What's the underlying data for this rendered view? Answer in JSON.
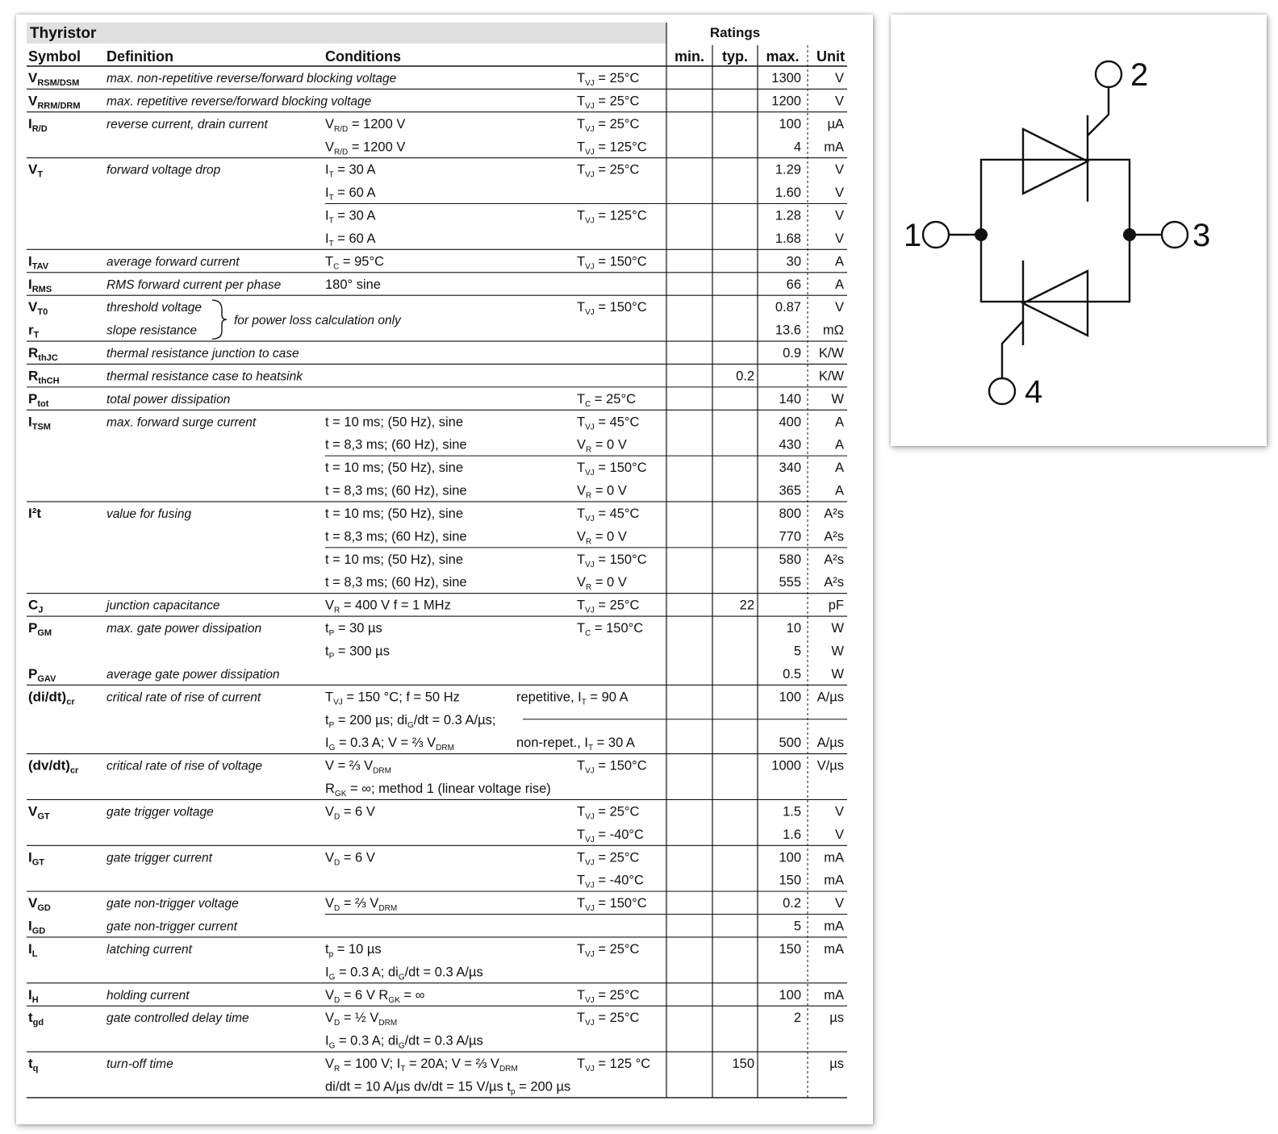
{
  "header": {
    "section_title": "Thyristor",
    "ratings_label": "Ratings",
    "columns": {
      "symbol": "Symbol",
      "definition": "Definition",
      "conditions": "Conditions",
      "min": "min.",
      "typ": "typ.",
      "max": "max.",
      "unit": "Unit"
    }
  },
  "rows": [
    {
      "sym": "V",
      "sub": "RSM/DSM",
      "def": "max. non-repetitive reverse/forward blocking voltage",
      "c1": "",
      "t": "T|VJ| =   25°C",
      "max": "1300",
      "unit": "V"
    },
    {
      "sym": "V",
      "sub": "RRM/DRM",
      "def": "max. repetitive reverse/forward blocking voltage",
      "c1": "",
      "t": "T|VJ| =   25°C",
      "max": "1200",
      "unit": "V"
    },
    {
      "sym": "I",
      "sub": "R/D",
      "def": "reverse current, drain current",
      "c1": "V|R/D| = 1200  V",
      "t": "T|VJ| =   25°C",
      "max": "100",
      "unit": "µA"
    },
    {
      "c1": "V|R/D| = 1200  V",
      "t": "T|VJ| = 125°C",
      "max": "4",
      "unit": "mA"
    },
    {
      "sym": "V",
      "sub": "T",
      "def": "forward voltage drop",
      "c1": "I|T| =    30 A",
      "t": "T|VJ| =   25°C",
      "max": "1.29",
      "unit": "V"
    },
    {
      "c1": "I|T| =    60 A",
      "max": "1.60",
      "unit": "V"
    },
    {
      "c1": "I|T| =    30 A",
      "t": "T|VJ| = 125°C",
      "max": "1.28",
      "unit": "V"
    },
    {
      "c1": "I|T| =    60 A",
      "max": "1.68",
      "unit": "V"
    },
    {
      "sym": "I",
      "sub": "TAV",
      "def": "average forward current",
      "c1": "T|C| =  95°C",
      "t": "T|VJ| = 150°C",
      "max": "30",
      "unit": "A"
    },
    {
      "sym": "I",
      "sub": "RMS",
      "def": "RMS forward current per phase",
      "c1": "180° sine",
      "max": "66",
      "unit": "A"
    },
    {
      "sym": "V",
      "sub": "T0",
      "def": "threshold voltage",
      "t": "T|VJ| = 150°C",
      "max": "0.87",
      "unit": "V"
    },
    {
      "sym": "r",
      "sub": "T",
      "def": "slope resistance",
      "max": "13.6",
      "unit": "mΩ"
    },
    {
      "sym": "R",
      "sub": "thJC",
      "def": "thermal resistance junction to case",
      "max": "0.9",
      "unit": "K/W"
    },
    {
      "sym": "R",
      "sub": "thCH",
      "def": "thermal resistance case to heatsink",
      "typ": "0.2",
      "unit": "K/W"
    },
    {
      "sym": "P",
      "sub": "tot",
      "def": "total power dissipation",
      "t": "T|C|  =   25°C",
      "max": "140",
      "unit": "W"
    },
    {
      "sym": "I",
      "sub": "TSM",
      "def": "max. forward surge current",
      "c1": "t =  10 ms; (50 Hz), sine",
      "t": "T|VJ| =   45°C",
      "max": "400",
      "unit": "A"
    },
    {
      "c1": "t = 8,3 ms; (60 Hz), sine",
      "t": "V|R|  = 0 V",
      "max": "430",
      "unit": "A"
    },
    {
      "c1": "t =  10 ms; (50 Hz), sine",
      "t": "T|VJ| = 150°C",
      "max": "340",
      "unit": "A"
    },
    {
      "c1": "t = 8,3 ms; (60 Hz), sine",
      "t": "V|R|  = 0 V",
      "max": "365",
      "unit": "A"
    },
    {
      "sym": "I²t",
      "def": "value for fusing",
      "c1": "t =  10 ms; (50 Hz), sine",
      "t": "T|VJ| =   45°C",
      "max": "800",
      "unit": "A²s"
    },
    {
      "c1": "t = 8,3 ms; (60 Hz), sine",
      "t": "V|R|  = 0 V",
      "max": "770",
      "unit": "A²s"
    },
    {
      "c1": "t =  10 ms; (50 Hz), sine",
      "t": "T|VJ| = 150°C",
      "max": "580",
      "unit": "A²s"
    },
    {
      "c1": "t = 8,3 ms; (60 Hz), sine",
      "t": "V|R|  = 0 V",
      "max": "555",
      "unit": "A²s"
    },
    {
      "sym": "C",
      "sub": "J",
      "def": "junction capacitance",
      "c1": "V|R| =  400 V   f = 1 MHz",
      "t": "T|VJ| =   25°C",
      "typ": "22",
      "unit": "pF"
    },
    {
      "sym": "P",
      "sub": "GM",
      "def": "max. gate power dissipation",
      "c1": "t|P| =   30 µs",
      "t": "T|C|  = 150°C",
      "max": "10",
      "unit": "W"
    },
    {
      "c1": "t|P| =  300 µs",
      "max": "5",
      "unit": "W"
    },
    {
      "sym": "P",
      "sub": "GAV",
      "def": "average gate power dissipation",
      "max": "0.5",
      "unit": "W"
    },
    {
      "sym": "(di/dt)",
      "sub": "cr",
      "def": "critical rate of rise of current",
      "c1": "T|VJ| = 150 °C; f = 50 Hz",
      "c2": "repetitive,   I|T| =    90 A",
      "max": "100",
      "unit": "A/µs"
    },
    {
      "c1": "t|P| = 200 µs; di|G|/dt =  0.3  A/µs;",
      "dash": true
    },
    {
      "c1": "I|G| =    0.3 A;  V  = ⅔ V|DRM|",
      "c2": "non-repet., I|T| =    30 A",
      "max": "500",
      "unit": "A/µs"
    },
    {
      "sym": "(dv/dt)",
      "sub": "cr",
      "def": "critical rate of rise of voltage",
      "c1": "V  =  ⅔ V|DRM|",
      "t": "T|VJ| = 150°C",
      "max": "1000",
      "unit": "V/µs"
    },
    {
      "c1": "R|GK| = ∞; method 1 (linear voltage rise)"
    },
    {
      "sym": "V",
      "sub": "GT",
      "def": "gate trigger voltage",
      "c1": "V|D| = 6 V",
      "t": "T|VJ| =   25°C",
      "max": "1.5",
      "unit": "V"
    },
    {
      "t": "T|VJ| =  -40°C",
      "max": "1.6",
      "unit": "V"
    },
    {
      "sym": "I",
      "sub": "GT",
      "def": "gate trigger current",
      "c1": "V|D| = 6 V",
      "t": "T|VJ| =   25°C",
      "max": "100",
      "unit": "mA"
    },
    {
      "t": "T|VJ| =  -40°C",
      "max": "150",
      "unit": "mA"
    },
    {
      "sym": "V",
      "sub": "GD",
      "def": "gate non-trigger voltage",
      "c1": "V|D| =  ⅔ V|DRM|",
      "t": "T|VJ| = 150°C",
      "max": "0.2",
      "unit": "V"
    },
    {
      "sym": "I",
      "sub": "GD",
      "def": "gate non-trigger current",
      "max": "5",
      "unit": "mA"
    },
    {
      "sym": "I",
      "sub": "L",
      "def": "latching current",
      "c1": "t|p| =     10 µs",
      "t": "T|VJ| =   25°C",
      "max": "150",
      "unit": "mA"
    },
    {
      "c1": "I|G|  =    0.3 A;  di|G|/dt =    0.3 A/µs"
    },
    {
      "sym": "I",
      "sub": "H",
      "def": "holding current",
      "c1": "V|D| = 6 V   R|GK| = ∞",
      "t": "T|VJ| =   25°C",
      "max": "100",
      "unit": "mA"
    },
    {
      "sym": "t",
      "sub": "gd",
      "def": "gate controlled delay time",
      "c1": "V|D|  = ½ V|DRM|",
      "t": "T|VJ| =   25°C",
      "max": "2",
      "unit": "µs"
    },
    {
      "c1": "I|G|  =    0.3 A;  di|G|/dt =    0.3 A/µs"
    },
    {
      "sym": "t",
      "sub": "q",
      "def": "turn-off time",
      "c1": "V|R| = 100 V;   I|T|  =    20A;  V  =  ⅔ V|DRM|",
      "t": "T|VJ| = 125 °C",
      "typ": "150",
      "unit": "µs"
    },
    {
      "c1": "di/dt =    10 A/µs  dv/dt =     15 V/µs   t|p| = 200 µs"
    }
  ],
  "brace_note": "for power loss calculation only",
  "diagram": {
    "terminals": [
      "1",
      "2",
      "3",
      "4"
    ]
  }
}
